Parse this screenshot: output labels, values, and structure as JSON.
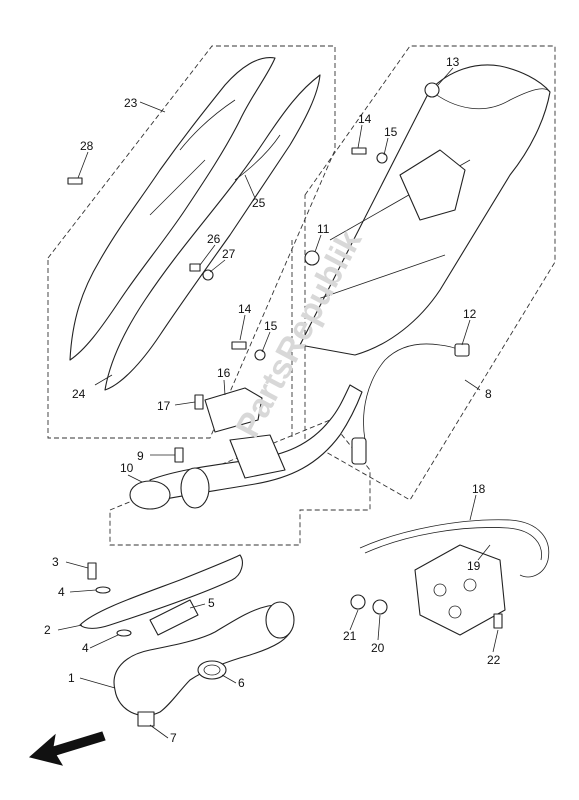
{
  "diagram": {
    "watermark": "PartsRepublik",
    "callouts": [
      "1",
      "2",
      "3",
      "4",
      "4",
      "5",
      "6",
      "7",
      "8",
      "9",
      "10",
      "11",
      "12",
      "13",
      "14",
      "14",
      "15",
      "15",
      "16",
      "17",
      "18",
      "19",
      "20",
      "21",
      "22",
      "23",
      "24",
      "25",
      "26",
      "27",
      "28"
    ],
    "direction_arrow": "front-arrow-icon"
  }
}
